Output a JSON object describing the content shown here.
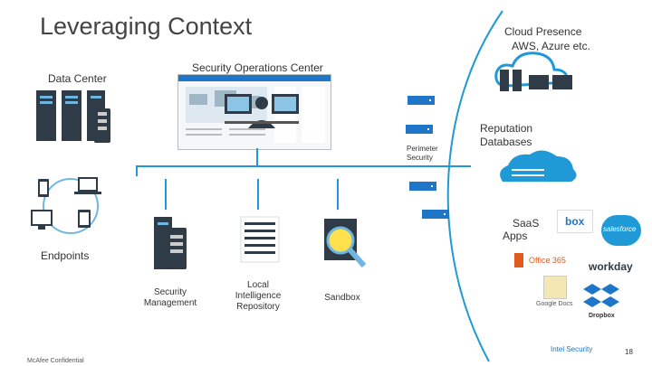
{
  "slide": {
    "title": "Leveraging Context",
    "cloud_presence": "Cloud Presence",
    "cloud_providers": "AWS, Azure etc.",
    "soc": "Security Operations Center",
    "data_center": "Data Center",
    "endpoints": "Endpoints",
    "perimeter_security_line1": "Perimeter",
    "perimeter_security_line2": "Security",
    "reputation_line1": "Reputation",
    "reputation_line2": "Databases",
    "saas_line1": "SaaS",
    "saas_line2": "Apps",
    "security_mgmt_line1": "Security",
    "security_mgmt_line2": "Management",
    "lir_line1": "Local",
    "lir_line2": "Intelligence",
    "lir_line3": "Repository",
    "sandbox": "Sandbox",
    "saas_logos": {
      "box": "box",
      "salesforce": "salesforce",
      "office365": "Office 365",
      "workday": "workday",
      "google_docs": "Google Docs",
      "dropbox": "Dropbox"
    },
    "footer": "McAfee Confidential",
    "brand": "Intel Security",
    "page_number": "18"
  },
  "colors": {
    "accent": "#1f9ad6",
    "dark": "#1f75c8",
    "server": "#2f3b46"
  }
}
